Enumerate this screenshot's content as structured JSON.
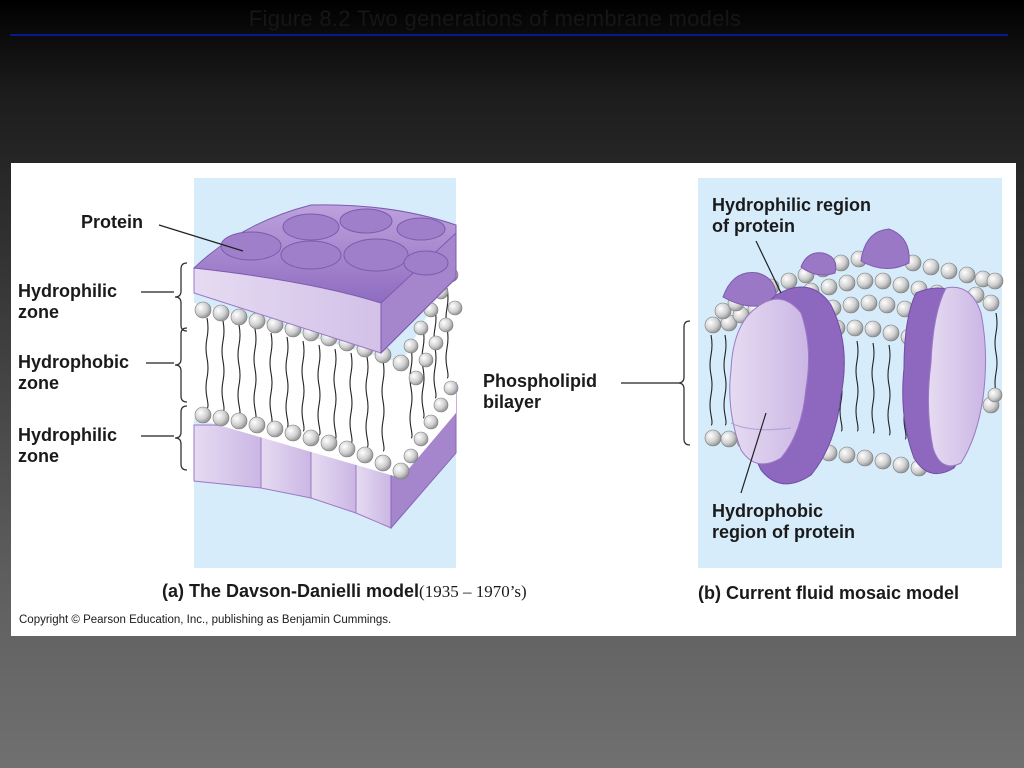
{
  "slide": {
    "title": "Figure 8.2  Two generations of membrane models"
  },
  "panel_a": {
    "labels": {
      "protein": "Protein",
      "hydrophilic_top": [
        "Hydrophilic",
        "zone"
      ],
      "hydrophobic": [
        "Hydrophobic",
        "zone"
      ],
      "hydrophilic_bottom": [
        "Hydrophilic",
        "zone"
      ]
    },
    "caption": "(a)  The Davson-Danielli model",
    "years": "(1935 – 1970’s)"
  },
  "panel_b": {
    "labels": {
      "hydrophilic_region": [
        "Hydrophilic region",
        "of  protein"
      ],
      "phospholipid_bilayer": [
        "Phospholipid",
        "bilayer"
      ],
      "hydrophobic_region": [
        "Hydrophobic",
        "region of protein"
      ]
    },
    "caption": "(b)  Current fluid mosaic model"
  },
  "copyright": "Copyright © Pearson Education, Inc., publishing as Benjamin Cummings.",
  "colors": {
    "background_panel": "#d6ecfb",
    "protein_light": "#d9c7ea",
    "protein_dark": "#9a7ac4",
    "phospholipid_head": "#c8c8c8",
    "title_rule": "#0a1a8c"
  }
}
